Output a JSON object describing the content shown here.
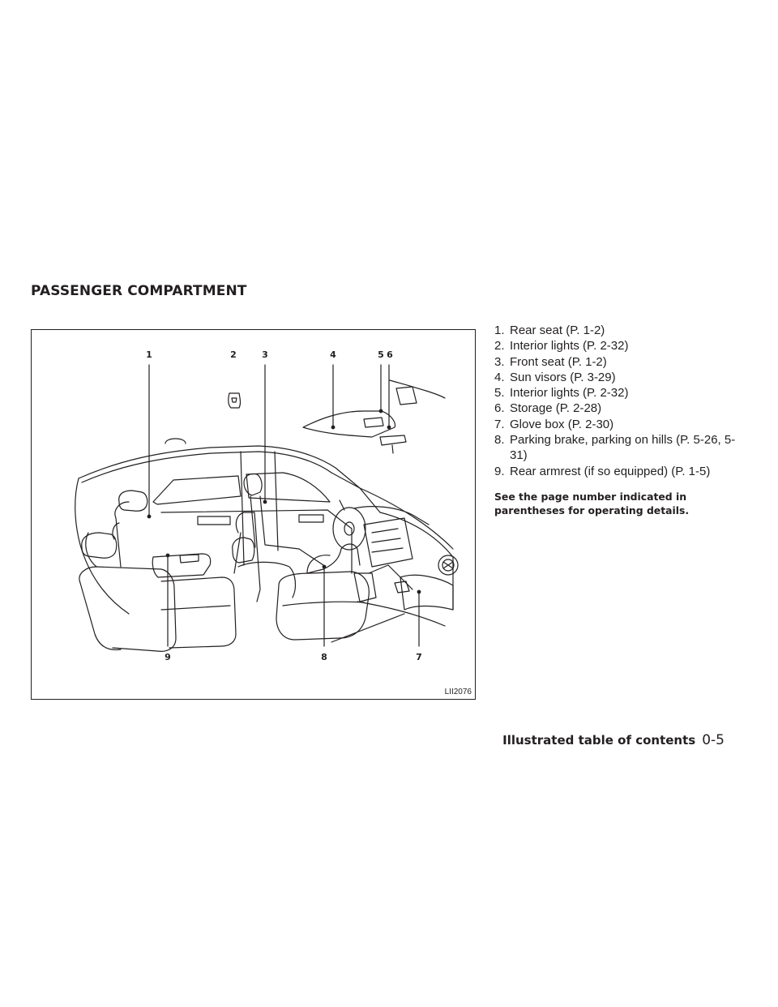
{
  "section_title": "PASSENGER COMPARTMENT",
  "figure": {
    "id": "LII2076",
    "callouts": [
      "1",
      "2",
      "3",
      "4",
      "5",
      "6",
      "7",
      "8",
      "9"
    ]
  },
  "legend": [
    {
      "num": "1.",
      "text": "Rear seat (P. 1-2)"
    },
    {
      "num": "2.",
      "text": "Interior lights (P. 2-32)"
    },
    {
      "num": "3.",
      "text": "Front seat (P. 1-2)"
    },
    {
      "num": "4.",
      "text": "Sun visors (P. 3-29)"
    },
    {
      "num": "5.",
      "text": "Interior lights (P. 2-32)"
    },
    {
      "num": "6.",
      "text": "Storage (P. 2-28)"
    },
    {
      "num": "7.",
      "text": "Glove box (P. 2-30)"
    },
    {
      "num": "8.",
      "text": "Parking brake, parking on hills (P. 5-26, 5-31)"
    },
    {
      "num": "9.",
      "text": "Rear armrest (if so equipped) (P. 1-5)"
    }
  ],
  "note": "See the page number indicated in parentheses for operating details.",
  "footer": {
    "section": "Illustrated table of contents",
    "page": "0-5"
  }
}
